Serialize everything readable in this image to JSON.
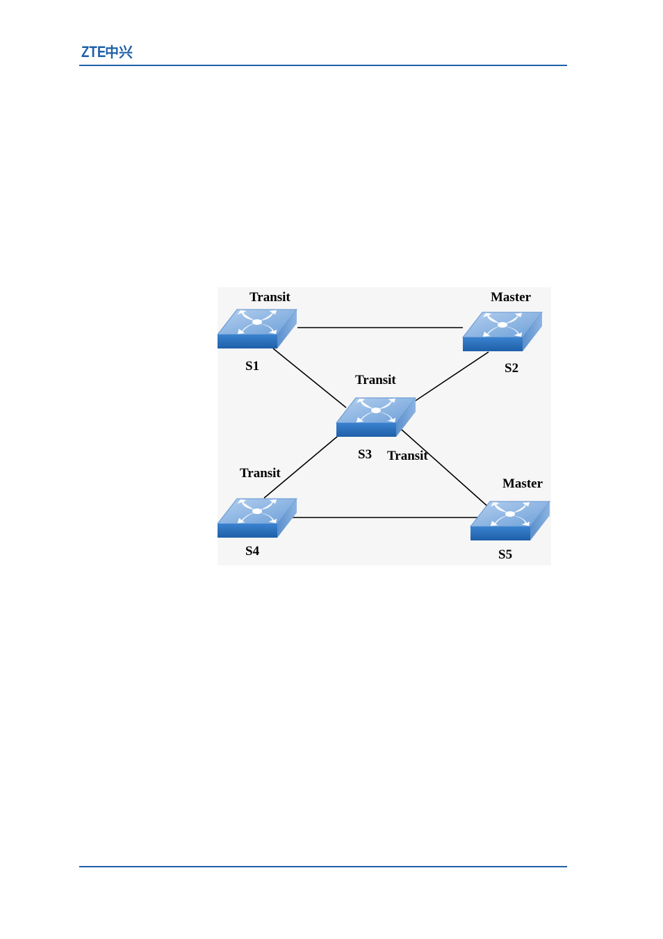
{
  "header": {
    "logo_latin": "ZTE",
    "logo_cjk": "中兴"
  },
  "colors": {
    "brand": "#1f5fa8",
    "switch_top": "#8fb6e3",
    "switch_side": "#2f74c0",
    "link": "#000000"
  },
  "diagram": {
    "nodes": [
      {
        "id": "S1",
        "name": "S1",
        "role": "Transit"
      },
      {
        "id": "S2",
        "name": "S2",
        "role": "Master"
      },
      {
        "id": "S3",
        "name": "S3",
        "role": "Transit",
        "role_secondary": "Transit"
      },
      {
        "id": "S4",
        "name": "S4",
        "role": "Transit"
      },
      {
        "id": "S5",
        "name": "S5",
        "role": "Master"
      }
    ],
    "links": [
      {
        "from": "S1",
        "to": "S2"
      },
      {
        "from": "S1",
        "to": "S3"
      },
      {
        "from": "S2",
        "to": "S3"
      },
      {
        "from": "S3",
        "to": "S4"
      },
      {
        "from": "S3",
        "to": "S5"
      },
      {
        "from": "S4",
        "to": "S5"
      }
    ]
  }
}
